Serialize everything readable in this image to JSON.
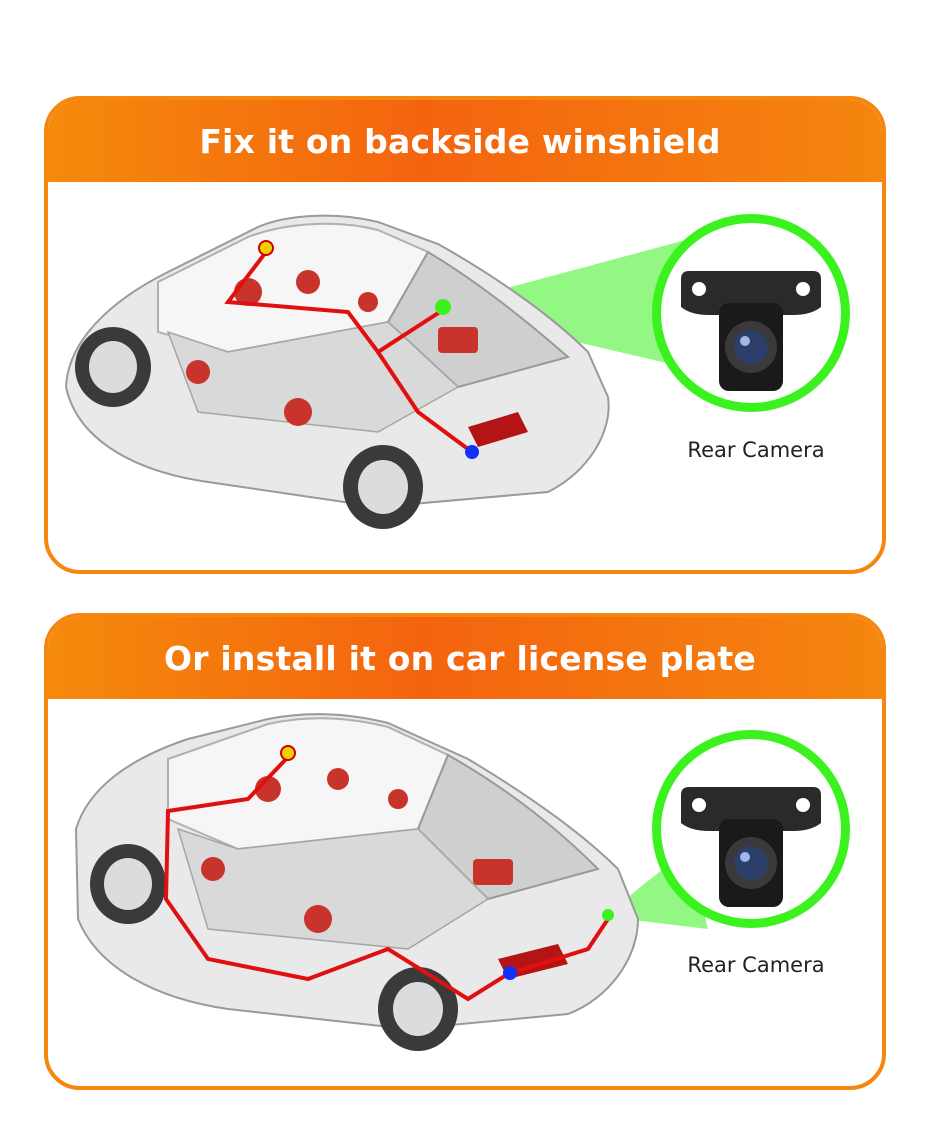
{
  "panels": [
    {
      "title": "Fix it on backside winshield",
      "camera_label": "Rear Camera"
    },
    {
      "title": "Or install it on car license plate",
      "camera_label": "Rear Camera"
    }
  ],
  "colors": {
    "accent_orange": "#f5860f",
    "highlight_green": "#3bf21e",
    "wire_red": "#e01010",
    "marker_yellow": "#f0d000",
    "marker_blue": "#1030ff"
  }
}
